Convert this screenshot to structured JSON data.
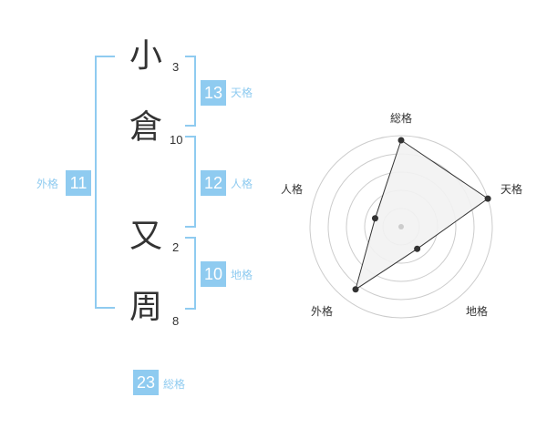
{
  "name": {
    "chars": [
      {
        "char": "小",
        "strokes": "3"
      },
      {
        "char": "倉",
        "strokes": "10"
      },
      {
        "char": "又",
        "strokes": "2"
      },
      {
        "char": "周",
        "strokes": "8"
      }
    ]
  },
  "kaku": {
    "ten": {
      "value": "13",
      "label": "天格"
    },
    "jin": {
      "value": "12",
      "label": "人格"
    },
    "chi": {
      "value": "10",
      "label": "地格"
    },
    "gai": {
      "value": "11",
      "label": "外格"
    },
    "sou": {
      "value": "23",
      "label": "総格"
    }
  },
  "colors": {
    "accent": "#8fcbf0",
    "text": "#333333",
    "grid": "#cccccc"
  },
  "chart_data": {
    "type": "radar",
    "axes": [
      "総格",
      "天格",
      "地格",
      "外格",
      "人格"
    ],
    "values": [
      0.95,
      1.0,
      0.3,
      0.85,
      0.3
    ],
    "rings": 5
  }
}
